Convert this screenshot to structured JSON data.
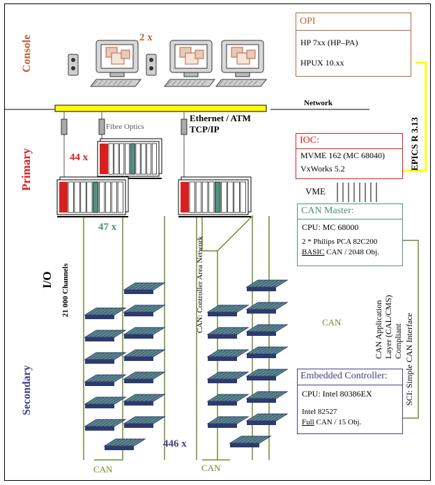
{
  "layers": {
    "console": "Console",
    "primary": "Primary",
    "io": "I/O",
    "channels": "21 000 Channels",
    "secondary": "Secondary"
  },
  "counts": {
    "consoles": "2 x",
    "crates_primary": "44 x",
    "crates_can": "47 x",
    "modules": "446 x"
  },
  "network": {
    "label": "Network",
    "ethernet": "Ethernet / ATM",
    "tcpip": "TCP/IP",
    "fibre": "Fibre Optics",
    "epics": "EPICS  R 3.13",
    "vme": "VME",
    "can_network": "CAN: Controller Area Network"
  },
  "boxes": {
    "opi": {
      "title": "OPI",
      "line1": "HP 7xx (HP–PA)",
      "line2": "HPUX 10.xx",
      "color": "#b5643c"
    },
    "ioc": {
      "title": "IOC:",
      "line1": "MVME 162 (MC 68040)",
      "line2": "VxWorks 5.2",
      "color": "#d92020"
    },
    "can_master": {
      "title": "CAN Master:",
      "line1": "CPU: MC 68000",
      "line2": "2 * Philips PCA 82C200",
      "line3_u": "BASIC",
      "line3_rest": " CAN / 2048 Obj.",
      "color": "#4f9080"
    },
    "embedded": {
      "title": "Embedded Controller:",
      "line1": "CPU: Intel 80386EX",
      "line2": "Intel 82527",
      "line3_u": "Full",
      "line3_rest": " CAN /  15 Obj.",
      "color": "#3f3f8a"
    }
  },
  "side": {
    "sci": "SCI: Simple CAN Interface",
    "cal1": "CAN Application",
    "cal2": "Layer (CAL/CMS)",
    "cal3": "Compliant"
  },
  "can_labels": {
    "right": "CAN",
    "bottom_left": "CAN",
    "bottom_right": "CAN"
  },
  "colors": {
    "console": "#b5643c",
    "primary": "#d92020",
    "secondary": "#3f3f8a",
    "can_green": "#4f9080",
    "bus_yellow": "#ffff00",
    "wire_green": "#6e8c30",
    "module_fill": "#5a8a8a",
    "module_dark": "#2e3a6e"
  }
}
